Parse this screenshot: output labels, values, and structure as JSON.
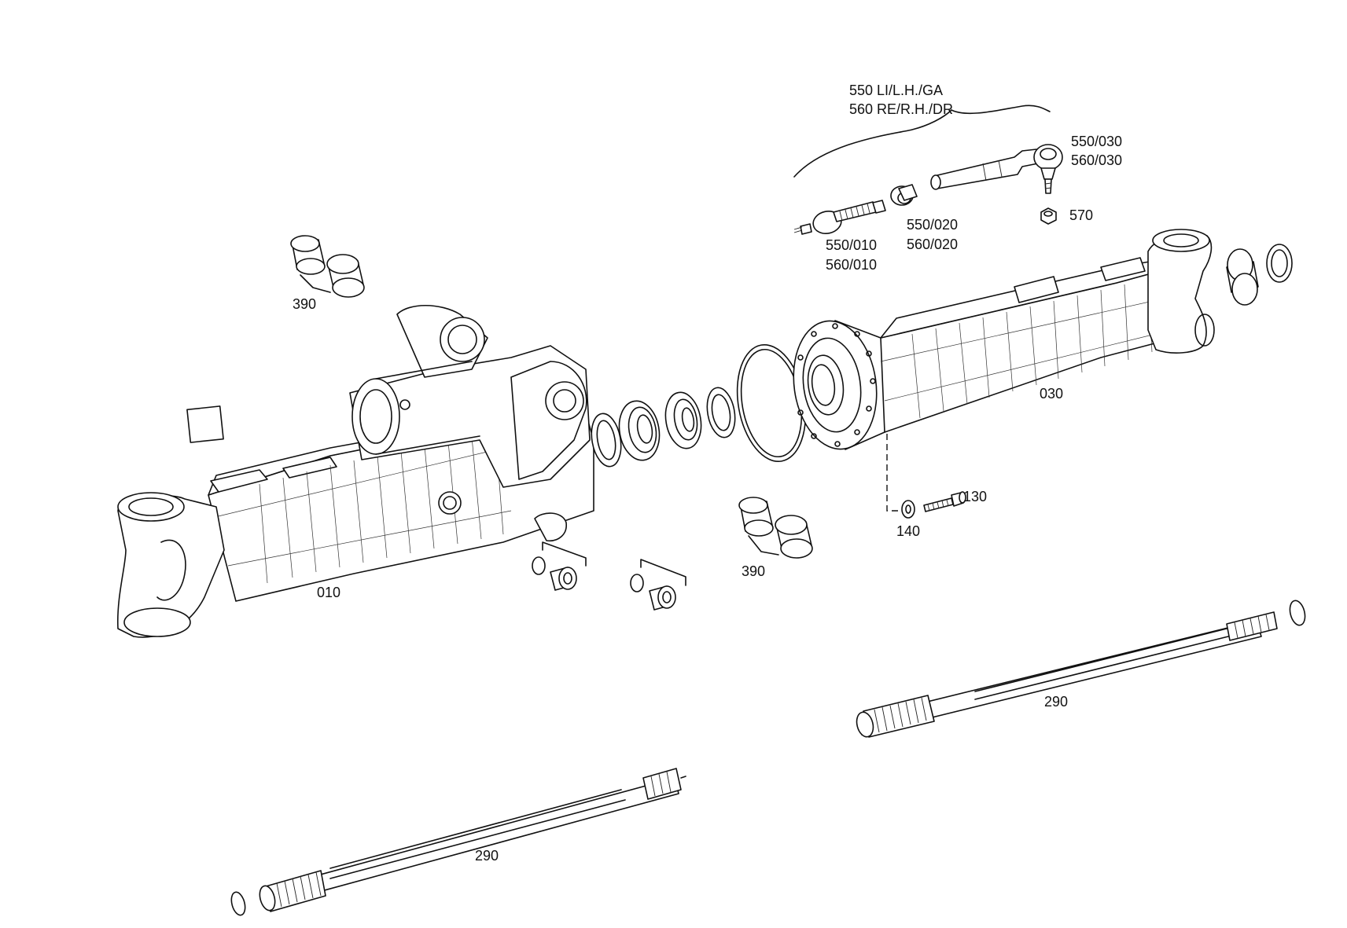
{
  "labels": {
    "group_line1": "550 LI/L.H./GA",
    "group_line2": "560 RE/R.H./DR",
    "p550_030": "550/030",
    "p560_030": "560/030",
    "p570": "570",
    "p550_010": "550/010",
    "p560_010": "560/010",
    "p550_020": "550/020",
    "p560_020": "560/020",
    "p390_top": "390",
    "p390_mid": "390",
    "p030": "030",
    "p010": "010",
    "p130": "130",
    "p140": "140",
    "p290_right": "290",
    "p290_left": "290"
  },
  "icons": {
    "axle_housing_left": "axle-housing-010",
    "axle_housing_right": "axle-housing-030",
    "drive_shaft": "drive-shaft-290",
    "bushing": "bushing-390",
    "tie_rod": "tie-rod-assembly",
    "bolt": "bolt-130",
    "washer": "washer-140"
  }
}
